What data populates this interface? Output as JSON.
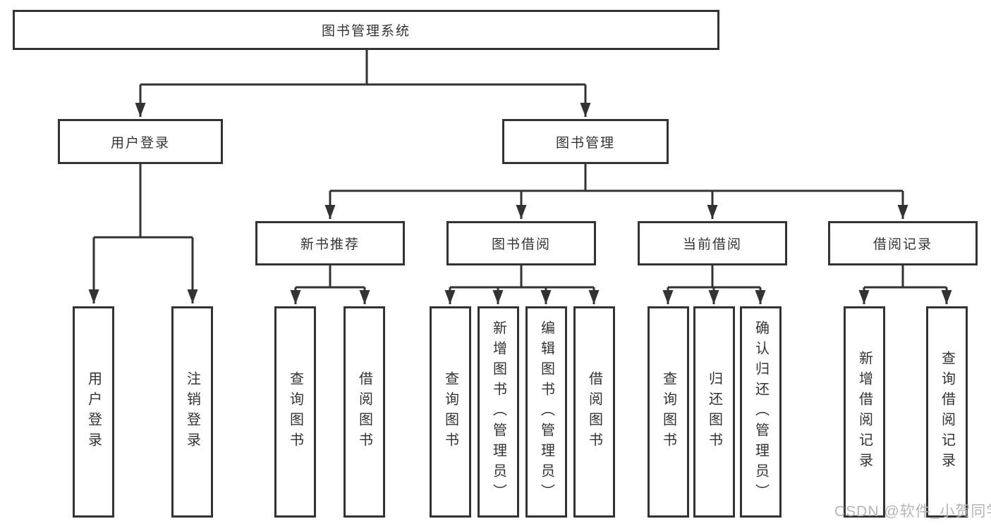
{
  "diagram": {
    "root": {
      "label": "图书管理系统"
    },
    "level2": [
      {
        "id": "user-login",
        "label": "用户登录"
      },
      {
        "id": "book-management",
        "label": "图书管理"
      }
    ],
    "level3": [
      {
        "id": "new-book-recommend",
        "label": "新书推荐"
      },
      {
        "id": "book-borrow",
        "label": "图书借阅"
      },
      {
        "id": "current-borrow",
        "label": "当前借阅"
      },
      {
        "id": "borrow-records",
        "label": "借阅记录"
      }
    ],
    "leaves": {
      "user_login": [
        "用户登录",
        "注销登录"
      ],
      "new_book_recommend": [
        "查询图书",
        "借阅图书"
      ],
      "book_borrow": [
        "查询图书",
        "新增图书（管理员）",
        "编辑图书（管理员）",
        "借阅图书"
      ],
      "current_borrow": [
        "查询图书",
        "归还图书",
        "确认归还（管理员）"
      ],
      "borrow_records": [
        "新增借阅记录",
        "查询借阅记录"
      ]
    },
    "colors": {
      "line": "#333333",
      "text": "#333333",
      "box_background": "#ffffff",
      "watermark": "#b5b5b5"
    }
  },
  "watermark": {
    "text": "CSDN @软件_小贺同学"
  }
}
